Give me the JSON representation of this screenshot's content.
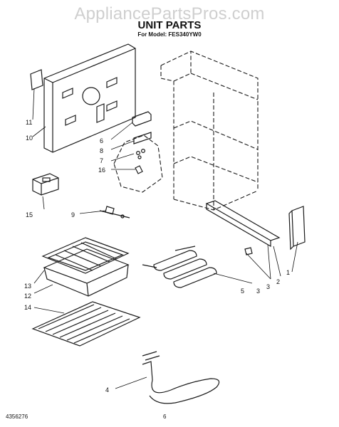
{
  "watermark": "AppliancePartsPros.com",
  "header": {
    "title": "UNIT PARTS",
    "subtitle": "For Model: FES340YW0"
  },
  "footer": {
    "doc_number": "4356276",
    "page_number": "6"
  },
  "callouts": [
    "1",
    "2",
    "3",
    "3",
    "4",
    "5",
    "6",
    "7",
    "8",
    "9",
    "10",
    "11",
    "12",
    "13",
    "14",
    "15",
    "16"
  ]
}
